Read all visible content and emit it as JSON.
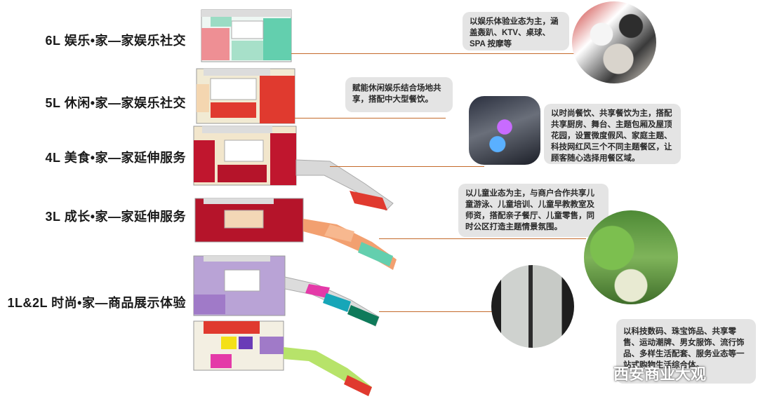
{
  "floors": [
    {
      "id": "6l",
      "label": "6L 娱乐•家—家娱乐社交"
    },
    {
      "id": "5l",
      "label": "5L 休闲•家—家娱乐社交"
    },
    {
      "id": "4l",
      "label": "4L 美食•家—家延伸服务"
    },
    {
      "id": "3l",
      "label": "3L 成长•家—家延伸服务"
    },
    {
      "id": "1l2l",
      "label": "1L&2L 时尚•家—商品展示体验"
    }
  ],
  "descriptions": {
    "d6": "以娱乐体验业态为主，涵盖轰趴、KTV、桌球、SPA 按摩等",
    "d5": "赋能休闲娱乐结合场地共享，搭配中大型餐饮。",
    "d4": "以时尚餐饮、共享餐饮为主，搭配共享厨房、舞台、主题包厢及屋顶花园，设置微度假风、家庭主题、科技网红风三个不同主题餐区，让顾客随心选择用餐区域。",
    "d3": "以儿童业态为主，与商户合作共享儿童游泳、儿童培训、儿童早教教室及师资，搭配亲子餐厅、儿童零售，同时公区打造主题情景氛围。",
    "d1": "以科技数码、珠宝饰品、共享零售、运动潮牌、男女服饰、流行饰品、多样生活配套、服务业态等一站式购物生活综合体。"
  },
  "watermark": {
    "text": "西安商业大观",
    "icon": "wechat-icon"
  },
  "colors": {
    "accent_line": "#c46a2b",
    "desc_bg": "#e4e4e4",
    "red": "#e03a2f",
    "dark_red": "#b5142a",
    "teal": "#63cfae",
    "orange": "#f2a070",
    "purple": "#a07ac8",
    "magenta": "#e43aa8",
    "green_light": "#b7e36a",
    "dark_green": "#0f7a5a"
  }
}
